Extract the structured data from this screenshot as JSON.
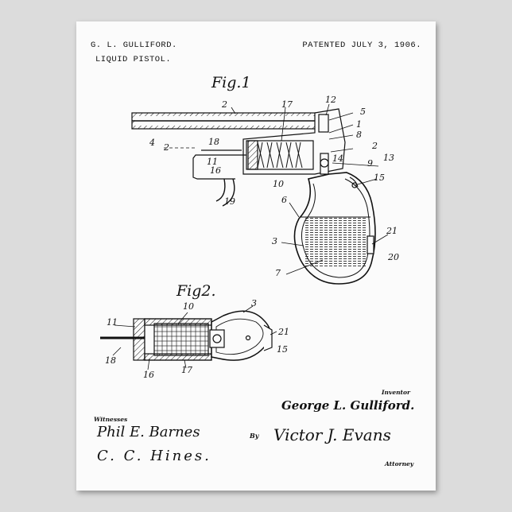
{
  "header": {
    "inventor": "G. L. GULLIFORD.",
    "title": "LIQUID PISTOL.",
    "patented": "PATENTED JULY 3, 1906."
  },
  "figures": {
    "fig1": "Fig.1",
    "fig2": "Fig2."
  },
  "fig1_labels": [
    "2",
    "17",
    "12",
    "5",
    "1",
    "8",
    "4",
    "2",
    "18",
    "11",
    "16",
    "10",
    "2",
    "14",
    "9",
    "13",
    "15",
    "19",
    "6",
    "3",
    "21",
    "20",
    "7"
  ],
  "fig2_labels": [
    "10",
    "3",
    "11",
    "21",
    "15",
    "18",
    "16",
    "17"
  ],
  "signatures": {
    "inventor_label": "Inventor",
    "inventor_name": "George L. Gulliford.",
    "witnesses_label": "Witnesses",
    "witness_1": "Phil E. Barnes",
    "witness_2": "C. C. Hines.",
    "by_label": "By",
    "attorney_signature": "Victor J. Evans",
    "attorney_label": "Attorney"
  },
  "colors": {
    "paper": "#fbfbfb",
    "ink": "#111111",
    "background": "#dcdcdc"
  }
}
